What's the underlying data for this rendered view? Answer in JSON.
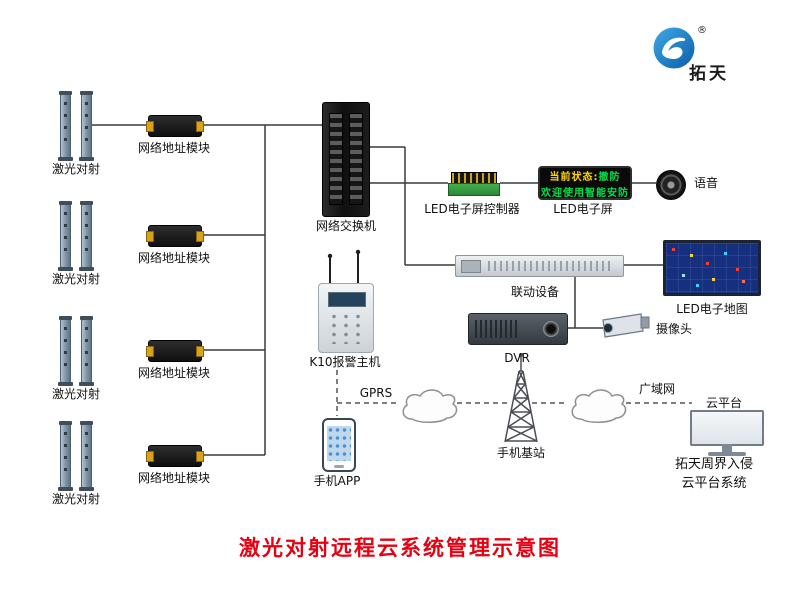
{
  "logo": {
    "brand": "拓天",
    "registered": "®",
    "color": "#1577c8"
  },
  "title": {
    "text": "激光对射远程云系统管理示意图",
    "color": "#e60012"
  },
  "nodes": {
    "laser_pairs": [
      {
        "label": "激光对射"
      },
      {
        "label": "激光对射"
      },
      {
        "label": "激光对射"
      },
      {
        "label": "激光对射"
      }
    ],
    "modules": [
      {
        "label": "网络地址模块"
      },
      {
        "label": "网络地址模块"
      },
      {
        "label": "网络地址模块"
      },
      {
        "label": "网络地址模块"
      }
    ],
    "switch": {
      "label": "网络交换机"
    },
    "led_controller": {
      "label": "LED电子屏控制器"
    },
    "led_screen": {
      "label": "LED电子屏",
      "status_prefix": "当前状态:",
      "status_value": "撤防",
      "message": "欢迎使用智能安防",
      "prefix_color": "#ffd400",
      "value_color": "#00e04a",
      "message_color": "#00e04a"
    },
    "voice": {
      "label": "语音"
    },
    "linkage": {
      "label": "联动设备"
    },
    "led_map": {
      "label": "LED电子地图"
    },
    "dvr": {
      "label": "DVR"
    },
    "camera": {
      "label": "摄像头"
    },
    "alarm_host": {
      "label": "K10报警主机"
    },
    "gprs": {
      "label": "GPRS"
    },
    "phone_app": {
      "label": "手机APP"
    },
    "base_station": {
      "label": "手机基站"
    },
    "wan": {
      "label": "广域网"
    },
    "cloud_platform": {
      "label": "云平台",
      "line1": "拓天周界入侵",
      "line2": "云平台系统"
    }
  }
}
